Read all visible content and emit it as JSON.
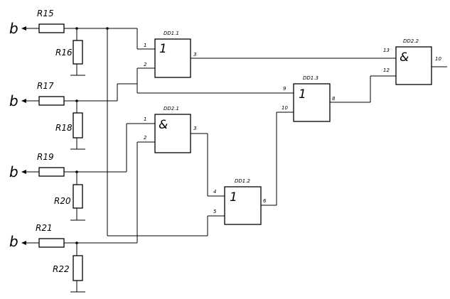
{
  "inputs": [
    {
      "label": "b"
    },
    {
      "label": "b"
    },
    {
      "label": "b"
    },
    {
      "label": "b"
    }
  ],
  "resistors": {
    "r15": "R15",
    "r16": "R16",
    "r17": "R17",
    "r18": "R18",
    "r19": "R19",
    "r20": "R20",
    "r21": "R21",
    "r22": "R22"
  },
  "gates": {
    "dd11": {
      "ref": "DD1.1",
      "symbol": "1",
      "pin_in_a": "1",
      "pin_in_b": "2",
      "pin_out": "3"
    },
    "dd21": {
      "ref": "DD2.1",
      "symbol": "&",
      "pin_in_a": "1",
      "pin_in_b": "2",
      "pin_out": "3"
    },
    "dd12": {
      "ref": "DD1.2",
      "symbol": "1",
      "pin_in_a": "4",
      "pin_in_b": "5",
      "pin_out": "6"
    },
    "dd13": {
      "ref": "DD1.3",
      "symbol": "1",
      "pin_in_a": "9",
      "pin_in_b": "10",
      "pin_out": "8"
    },
    "dd22": {
      "ref": "DD2.2",
      "symbol": "&",
      "pin_in_a": "13",
      "pin_in_b": "12",
      "pin_out": "10"
    }
  }
}
